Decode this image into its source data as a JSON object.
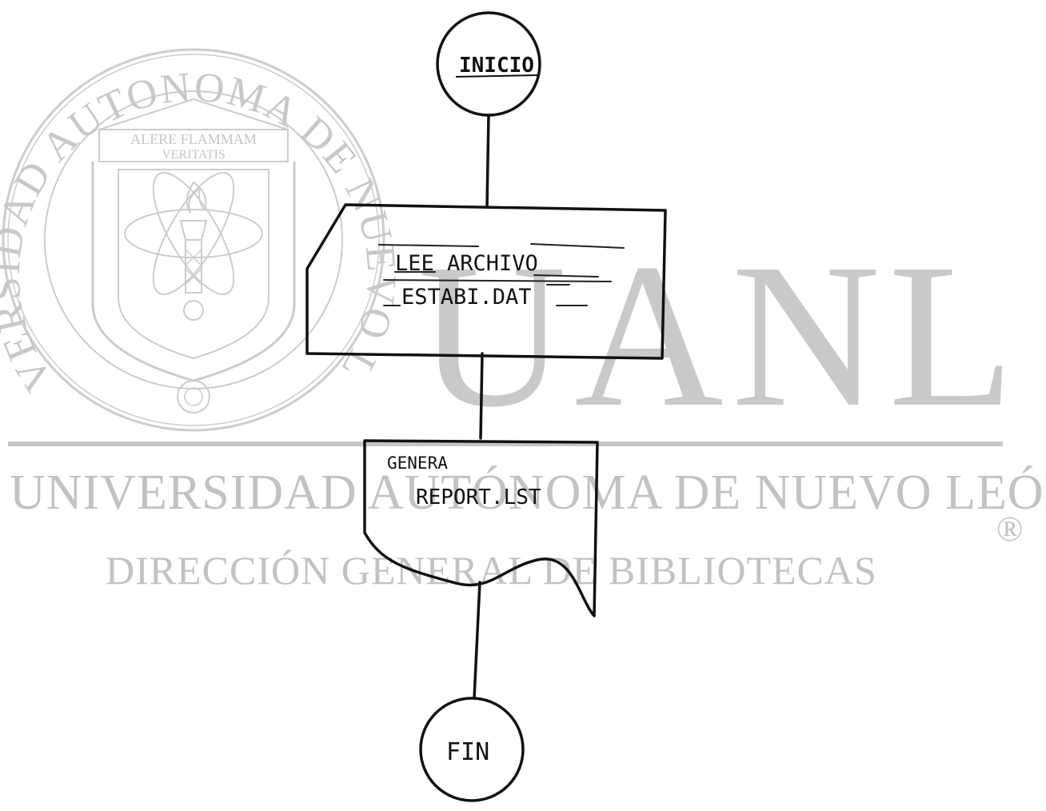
{
  "watermark": {
    "seal_outer_text": "UNIVERSIDAD AUTONOMA DE NUEVO LEON",
    "seal_motto_line1": "ALERE FLAMMAM",
    "seal_motto_line2": "VERITATIS",
    "big_letters": "UANL",
    "university_name": "UNIVERSIDAD AUTÓNOMA DE NUEVO LEÓN",
    "department": "DIRECCIÓN GENERAL DE BIBLIOTECAS",
    "registered_mark": "®",
    "color": "#c4c4c4"
  },
  "flowchart": {
    "start_label": "INICIO",
    "input_line1": "LEE ARCHIVO",
    "input_line2": "ESTABI.DAT",
    "document_line1": "GENERA",
    "document_line2": "REPORT.LST",
    "end_label": "FIN",
    "ink_color": "#111111"
  }
}
